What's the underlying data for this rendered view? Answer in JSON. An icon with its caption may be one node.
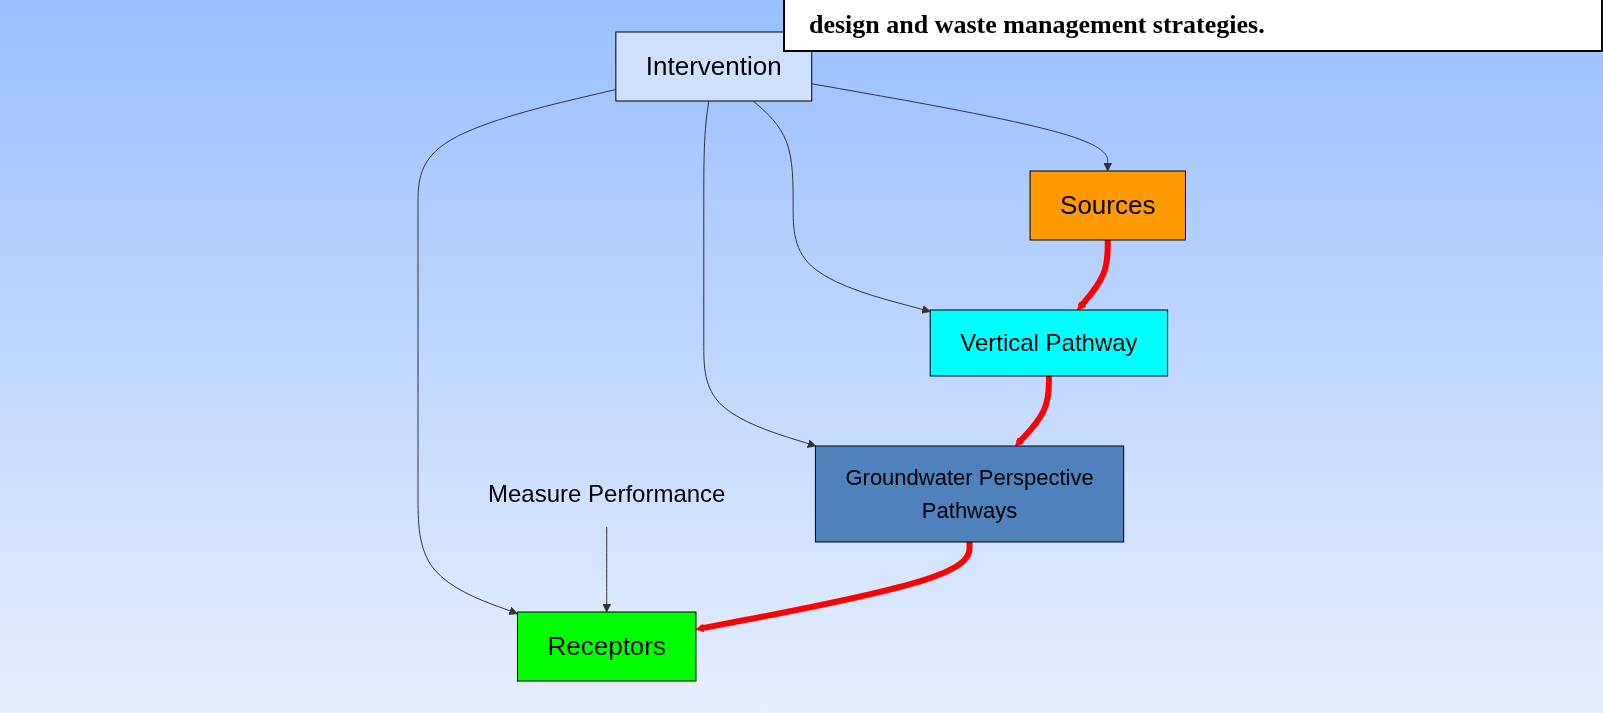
{
  "diagram": {
    "nodes": [
      {
        "text": [
          "design and waste management strategies."
        ]
      },
      {
        "text": [
          "Sources"
        ]
      },
      {
        "text": [
          "Intervention"
        ]
      },
      {
        "text": [
          "Vertical Pathway"
        ]
      },
      {
        "text": [
          "Measure Performance"
        ]
      },
      {
        "text": [
          "Groundwater Perspective",
          "Pathways"
        ]
      },
      {
        "text": [
          "Receptors"
        ]
      }
    ],
    "edges": [
      {
        "from": 2,
        "to": 1,
        "arrow": "to"
      },
      {
        "from": 2,
        "to": 3,
        "arrow": "to"
      },
      {
        "from": 2,
        "to": 5,
        "arrow": "to"
      },
      {
        "from": 2,
        "to": 6,
        "arrow": "to"
      },
      {
        "from": 4,
        "to": 6,
        "arrow": "to"
      },
      {
        "from": 1,
        "to": 3,
        "arrow": "to",
        "style": "thick",
        "color": "#ff0000"
      },
      {
        "from": 3,
        "to": 5,
        "arrow": "to",
        "style": "thick",
        "color": "#ff0000"
      },
      {
        "from": 5,
        "to": 6,
        "arrow": "to",
        "style": "thick",
        "color": "#ff0000"
      }
    ]
  }
}
